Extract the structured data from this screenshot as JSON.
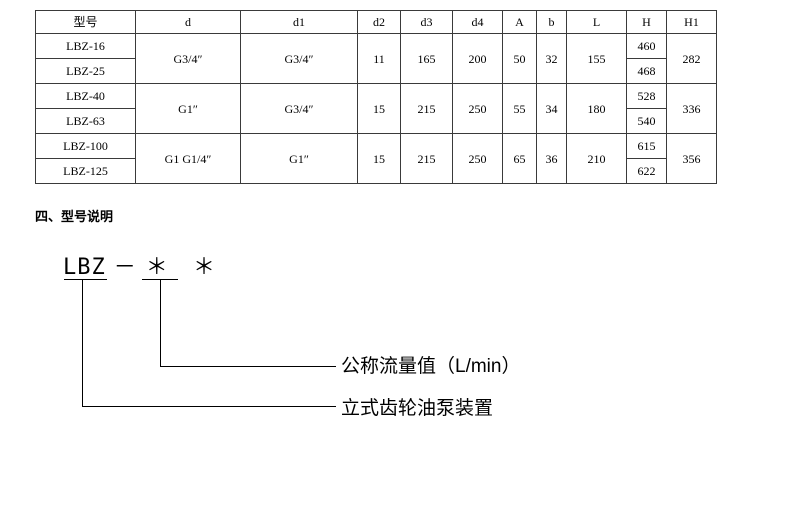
{
  "table": {
    "headers": [
      "型号",
      "d",
      "d1",
      "d2",
      "d3",
      "d4",
      "A",
      "b",
      "L",
      "H",
      "H1"
    ],
    "groups": [
      {
        "models": [
          "LBZ-16",
          "LBZ-25"
        ],
        "d": "G3/4″",
        "d1": "G3/4″",
        "d2": "11",
        "d3": "165",
        "d4": "200",
        "A": "50",
        "b": "32",
        "L": "155",
        "H": [
          "460",
          "468"
        ],
        "H1": "282"
      },
      {
        "models": [
          "LBZ-40",
          "LBZ-63"
        ],
        "d": "G1″",
        "d1": "G3/4″",
        "d2": "15",
        "d3": "215",
        "d4": "250",
        "A": "55",
        "b": "34",
        "L": "180",
        "H": [
          "528",
          "540"
        ],
        "H1": "336"
      },
      {
        "models": [
          "LBZ-100",
          "LBZ-125"
        ],
        "d": "G1 G1/4″",
        "d1": "G1″",
        "d2": "15",
        "d3": "215",
        "d4": "250",
        "A": "65",
        "b": "36",
        "L": "210",
        "H": [
          "615",
          "622"
        ],
        "H1": "356"
      }
    ]
  },
  "section": {
    "heading": "四、型号说明"
  },
  "diagram": {
    "model_prefix": "LBZ",
    "dash": "－",
    "stars": "＊ ＊",
    "label_flow": "公称流量值（L/min）",
    "label_device": "立式齿轮油泵装置"
  }
}
